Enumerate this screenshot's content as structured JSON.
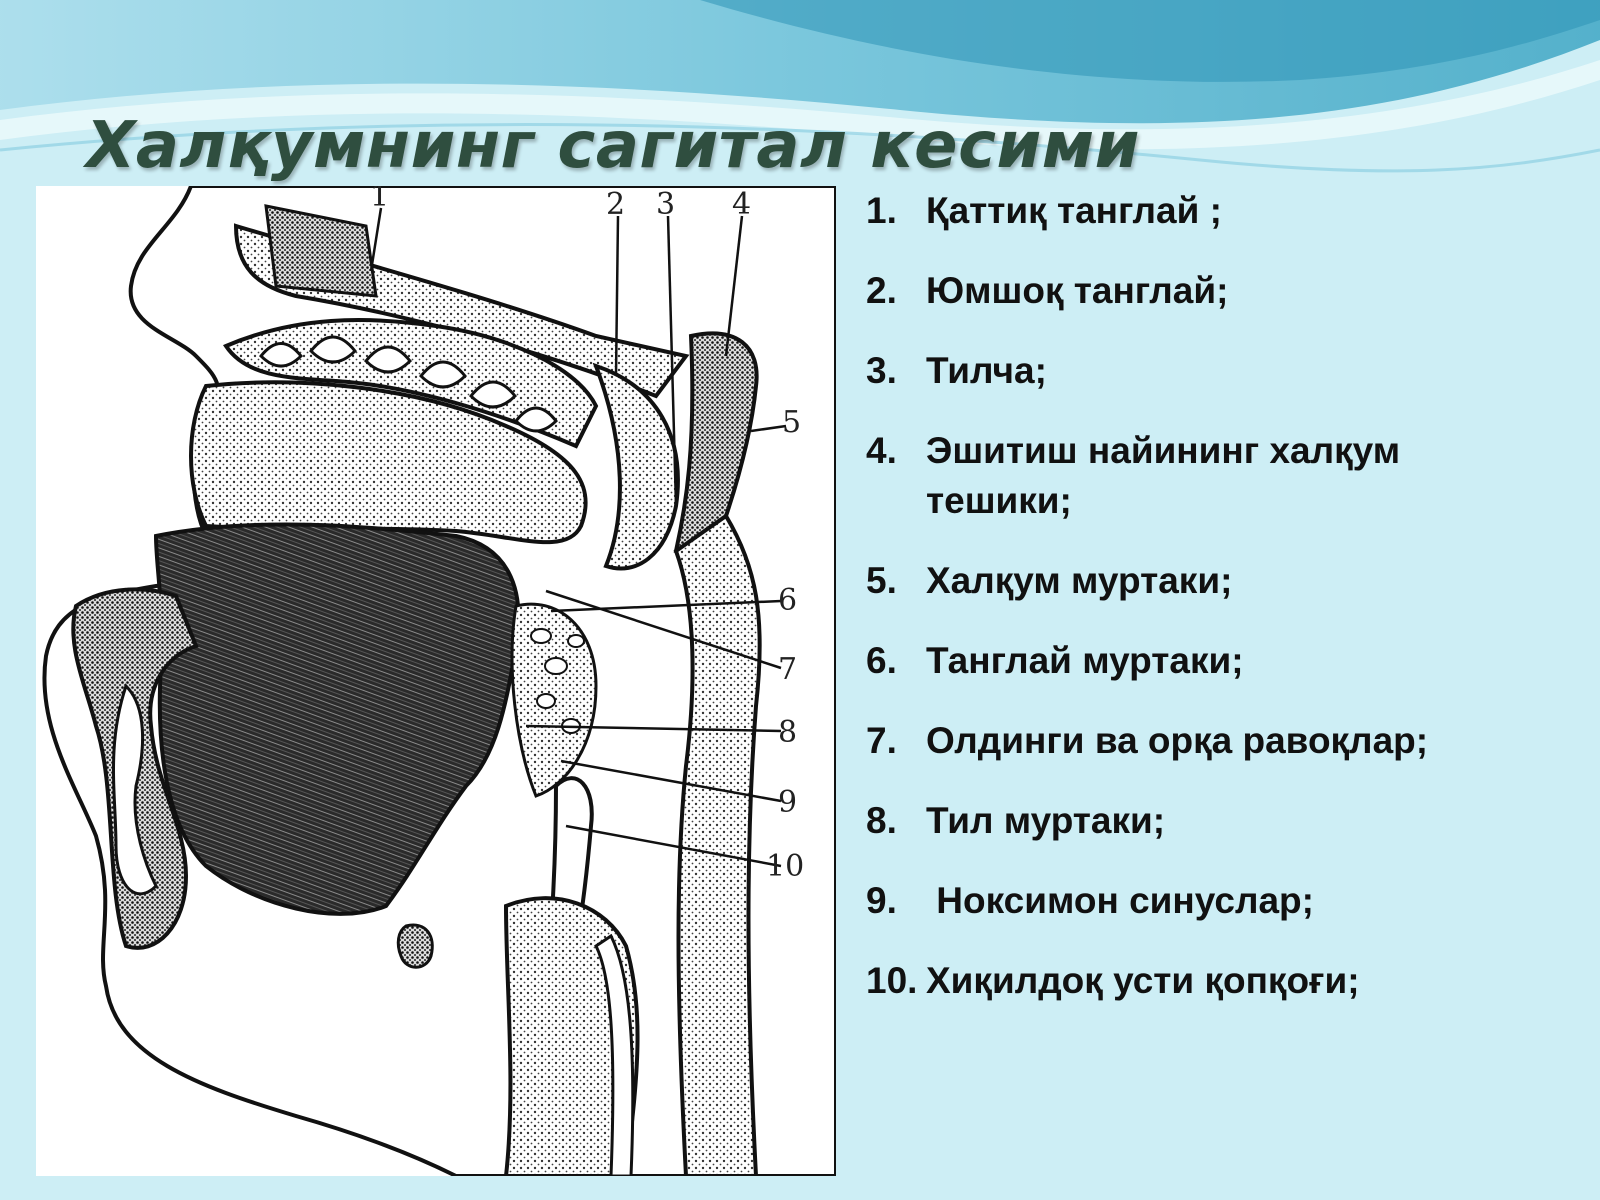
{
  "title": "Халқумнинг сагитал кесими",
  "figure": {
    "callout_labels": [
      "1",
      "2",
      "3",
      "4",
      "5",
      "6",
      "7",
      "8",
      "9",
      "10"
    ]
  },
  "legend": [
    {
      "num": "1.",
      "text": "Қаттиқ танглай ;"
    },
    {
      "num": "2.",
      "text": "Юмшоқ танглай;"
    },
    {
      "num": "3.",
      "text": "Тилча;"
    },
    {
      "num": "4.",
      "text": "Эшитиш найининг халқум",
      "text2": "тешики;"
    },
    {
      "num": "5.",
      "text": "Халқум муртаки;"
    },
    {
      "num": "6.",
      "text": "Танглай муртаки;"
    },
    {
      "num": "7.",
      "text": "Олдинги ва орқа равоқлар;"
    },
    {
      "num": "8.",
      "text": "Тил муртаки;"
    },
    {
      "num": "9.",
      "text": " Ноксимон синуслар;"
    },
    {
      "num": "10.",
      "text": "Хиқилдоқ усти қопқоғи;"
    }
  ],
  "colors": {
    "background": "#cdeef5",
    "title": "#2f4e3f",
    "wave_dark": "#4aaec8",
    "wave_light": "#9fd8e6"
  }
}
